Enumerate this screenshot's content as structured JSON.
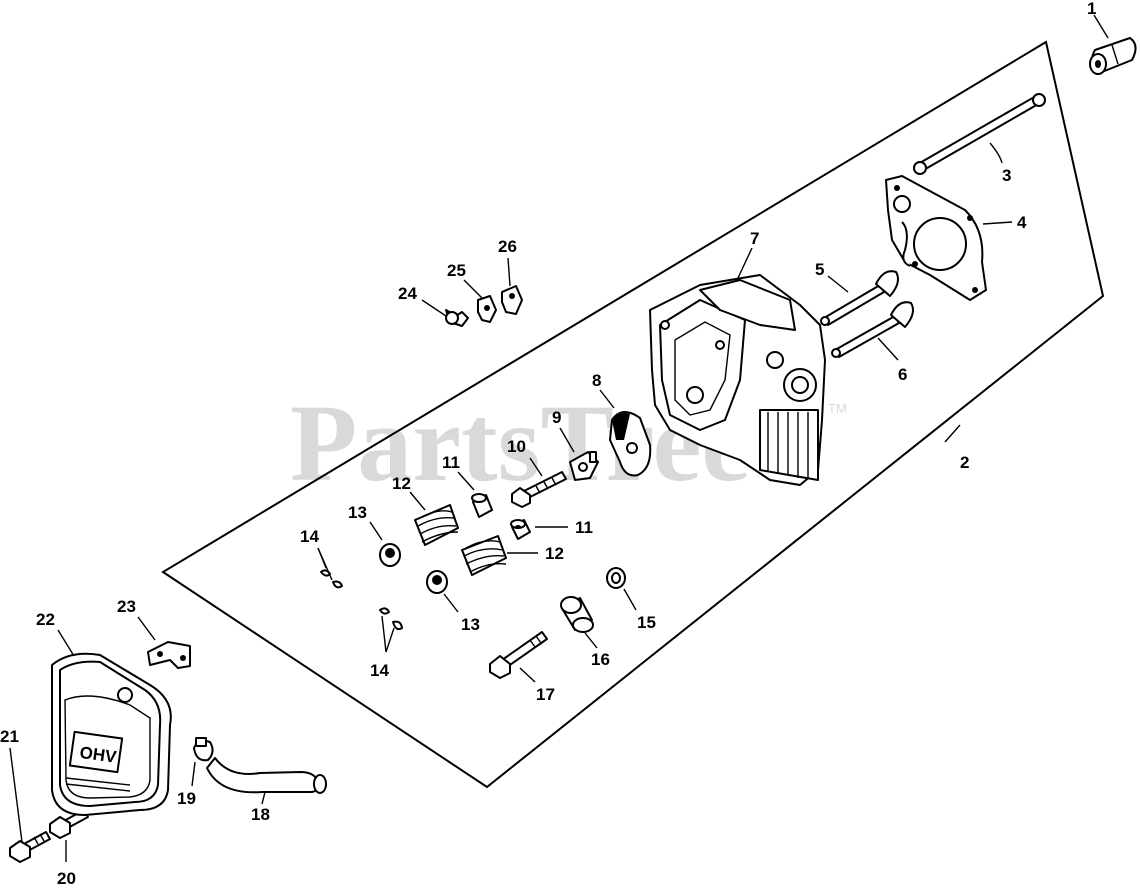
{
  "watermark": {
    "text": "PartsTree",
    "trademark": "TM"
  },
  "cover_text": "OHV",
  "labels": {
    "p1": "1",
    "p2": "2",
    "p3": "3",
    "p4": "4",
    "p5": "5",
    "p6": "6",
    "p7": "7",
    "p8": "8",
    "p9": "9",
    "p10": "10",
    "p11a": "11",
    "p11b": "11",
    "p12a": "12",
    "p12b": "12",
    "p13a": "13",
    "p13b": "13",
    "p14a": "14",
    "p14b": "14",
    "p15": "15",
    "p16": "16",
    "p17": "17",
    "p18": "18",
    "p19": "19",
    "p20": "20",
    "p21": "21",
    "p22": "22",
    "p23": "23",
    "p24": "24",
    "p25": "25",
    "p26": "26"
  }
}
